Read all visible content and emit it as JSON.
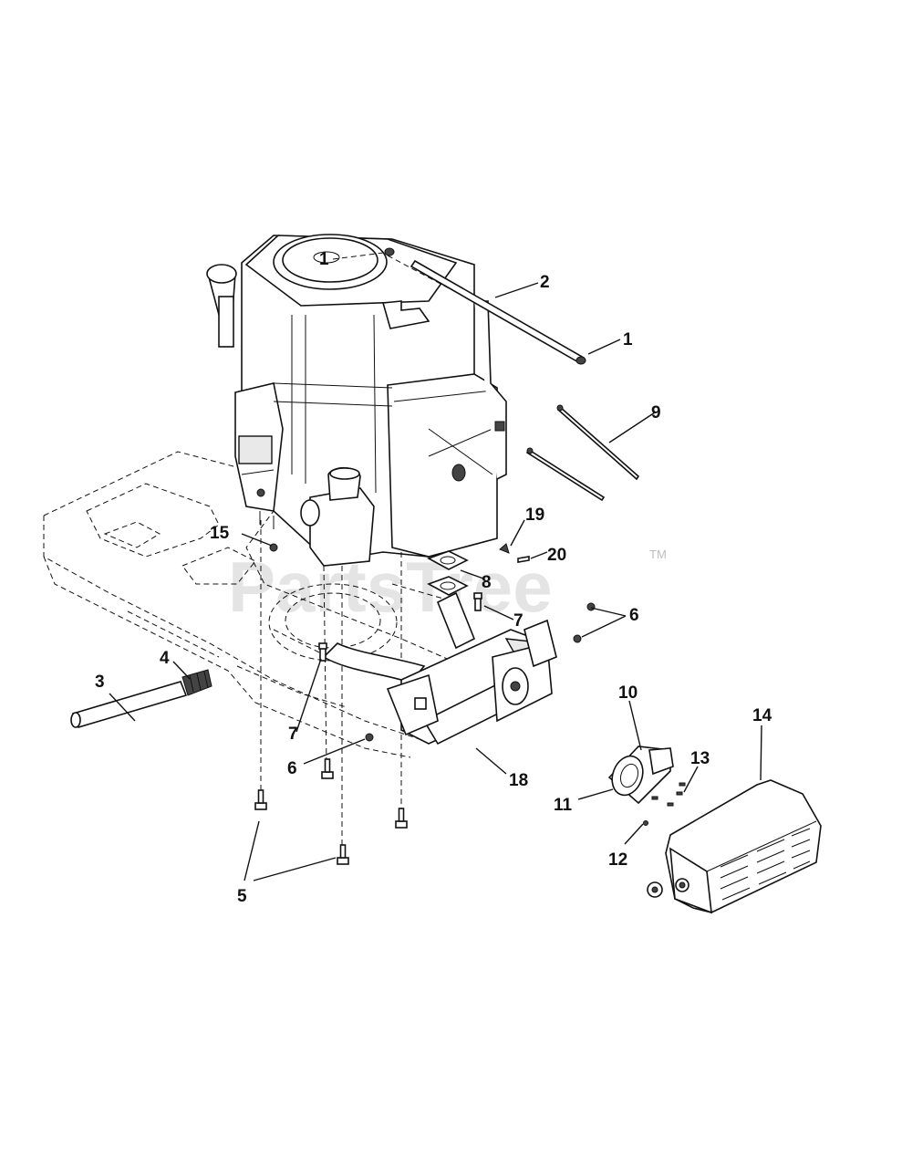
{
  "watermark": {
    "text": "PartsTree",
    "trademark": "TM"
  },
  "callouts": [
    {
      "id": "c1a",
      "number": "1"
    },
    {
      "id": "c1b",
      "number": "1"
    },
    {
      "id": "c2",
      "number": "2"
    },
    {
      "id": "c3",
      "number": "3"
    },
    {
      "id": "c4",
      "number": "4"
    },
    {
      "id": "c5",
      "number": "5"
    },
    {
      "id": "c6a",
      "number": "6"
    },
    {
      "id": "c6b",
      "number": "6"
    },
    {
      "id": "c7a",
      "number": "7"
    },
    {
      "id": "c7b",
      "number": "7"
    },
    {
      "id": "c8",
      "number": "8"
    },
    {
      "id": "c9",
      "number": "9"
    },
    {
      "id": "c10",
      "number": "10"
    },
    {
      "id": "c11",
      "number": "11"
    },
    {
      "id": "c12",
      "number": "12"
    },
    {
      "id": "c13",
      "number": "13"
    },
    {
      "id": "c14",
      "number": "14"
    },
    {
      "id": "c15",
      "number": "15"
    },
    {
      "id": "c18",
      "number": "18"
    },
    {
      "id": "c19",
      "number": "19"
    },
    {
      "id": "c20",
      "number": "20"
    }
  ]
}
